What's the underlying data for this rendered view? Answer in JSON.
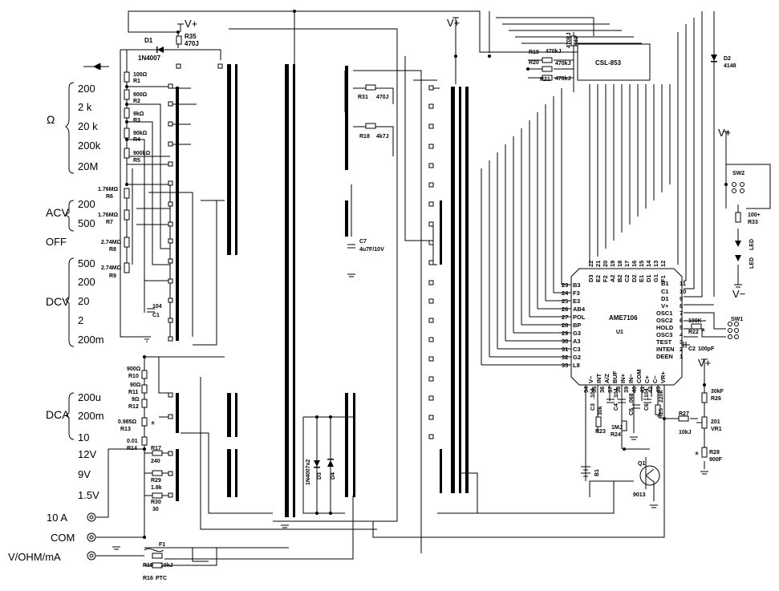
{
  "ranges": {
    "ohm": [
      "200",
      "2  k",
      "20  k",
      "200k",
      "20M"
    ],
    "acv": [
      "200",
      "500"
    ],
    "dcv": [
      "500",
      "200",
      "20",
      "2",
      "200m"
    ],
    "dca": [
      "200u",
      "200m",
      "10"
    ],
    "other": [
      "12V",
      "9V",
      "1.5V"
    ]
  },
  "sections": {
    "ohm": "Ω",
    "acv": "ACV",
    "off": "OFF",
    "dcv": "DCV",
    "dca": "DCA"
  },
  "jacks": {
    "a10": "10  A",
    "com": "COM",
    "vohm": "V/OHM/mA"
  },
  "power": {
    "vplus": "V+",
    "vminus": "V−"
  },
  "left_components": {
    "d1_name": "D1",
    "d1_part": "1N4007",
    "r35": "R35",
    "r35_val": "470J",
    "r1_val": "100Ω",
    "r1": "R1",
    "r2_val": "900Ω",
    "r2": "R2",
    "r3_val": "9kΩ",
    "r3": "R3",
    "r4_val": "90kΩ",
    "r4": "R4",
    "r5_val": "900kΩ",
    "r5": "R5",
    "r6_val": "1.76MΩ",
    "r6": "R6",
    "r7_val": "1.76MΩ",
    "r7": "R7",
    "r8_val": "2.74MΩ",
    "r8": "R8",
    "r9_val": "2.74MΩ",
    "r9": "R9",
    "c1_val": "104",
    "c1": "C1",
    "r10_val": "900Ω",
    "r10": "R10",
    "r11_val": "90Ω",
    "r11": "R11",
    "r12_val": "9Ω",
    "r12": "R12",
    "r13_val": "0.985Ω",
    "r13": "R13",
    "r14_val": "0.01",
    "r14": "R14",
    "r17": "R17",
    "r17_val": "240",
    "r29": "R29",
    "r29_val": "1.8k",
    "r30": "R30",
    "r30_val": "30",
    "f1": "F1",
    "r15": "R15",
    "r15_val": "10kJ",
    "r16": "R16",
    "r16_val": "PTC",
    "star": "*"
  },
  "mid_components": {
    "r31": "R31",
    "r31_val": "470J",
    "r18": "R18",
    "r18_val": "4k7J",
    "c7": "C7",
    "c7_val": "4u7F/10V",
    "d3d4_part": "1N4007x2",
    "d3": "D3",
    "d4": "D4"
  },
  "right_components": {
    "r19": "R19",
    "r19_val": "470kJ",
    "r20": "R20",
    "r20_val": "470kJ",
    "r21": "R21",
    "r21_val": "470kJ",
    "r32": "R32",
    "r32_val": "470kJ",
    "display": "CSL-853",
    "d2": "D2",
    "d2_part": "4148",
    "sw2": "SW2",
    "r33": "R33",
    "r33_val": "100+",
    "led1": "LED",
    "led2": "LED",
    "sw1": "SW1",
    "ic_name": "AME7106",
    "ic_ref": "U1",
    "r22": "R22",
    "r22_val": "100K",
    "c2": "C2",
    "c2_val": "100pF",
    "r26": "R26",
    "r26_val": "30kF",
    "r27": "R27",
    "r27_val": "10kJ",
    "vr1": "VR1",
    "vr1_val": "201",
    "r28": "R28",
    "r28_val": "900F",
    "q1": "Q1",
    "q1_part": "9013",
    "b1": "B1",
    "r23": "R23",
    "r23_val": "30k",
    "r24": "R24",
    "r24_val": "1MJ",
    "r25": "R25",
    "r25_val": "220k",
    "c3": "C3",
    "c3_val": ".104",
    "c4": "C4",
    "c4_val": ".104",
    "c5": "C5",
    "c5_val": ".068",
    "c6": "C6",
    "c6_val": ".104",
    "star": "*"
  },
  "ic_pins": {
    "top_nums": [
      "22",
      "21",
      "20",
      "19",
      "18",
      "17",
      "16",
      "15",
      "14",
      "13",
      "12"
    ],
    "top_names": [
      "D3",
      "E2",
      "F2",
      "A2",
      "B2",
      "C2",
      "D2",
      "E1",
      "D1",
      "G1",
      "F1"
    ],
    "left_nums": [
      "23",
      "24",
      "25",
      "26",
      "27",
      "28",
      "29",
      "30",
      "31",
      "32",
      "33"
    ],
    "left_names": [
      "B3",
      "F3",
      "E3",
      "AB4",
      "POL",
      "BP",
      "G3",
      "A3",
      "C3",
      "G2",
      "L8"
    ],
    "right_nums": [
      "11",
      "10",
      "9",
      "8",
      "7",
      "6",
      "5",
      "4",
      "3",
      "2",
      "1"
    ],
    "right_names": [
      "B1",
      "C1",
      "D1",
      "V+",
      "OSC1",
      "OSC2",
      "HOLD",
      "OSC3",
      "TEST",
      "INTEN",
      "DEEN"
    ],
    "bottom_nums": [
      "34",
      "35",
      "36",
      "37",
      "38",
      "39",
      "40",
      "41",
      "42",
      "43"
    ],
    "bottom_names": [
      "V−",
      "INT",
      "A/Z",
      "BUF",
      "IN+",
      "IN−",
      "COM",
      "C+",
      "C−",
      "VR+"
    ]
  }
}
